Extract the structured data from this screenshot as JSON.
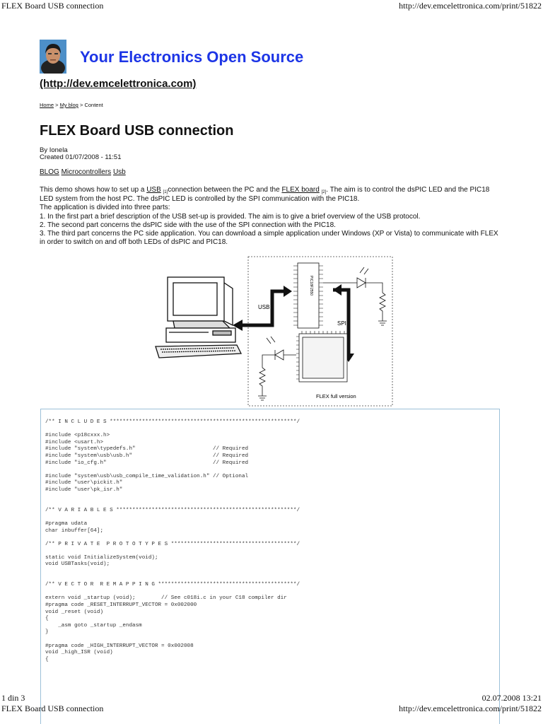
{
  "browser_header": {
    "title": "FLEX Board USB connection",
    "url": "http://dev.emcelettronica.com/print/51822"
  },
  "site": {
    "title": "Your Electronics Open Source",
    "url_text": "(http://dev.emcelettronica.com)"
  },
  "breadcrumb": {
    "items": [
      "Home",
      "My blog"
    ],
    "sep": ">",
    "current": "Content"
  },
  "article": {
    "title": "FLEX Board USB connection",
    "author": "By Ionela",
    "created": "Created 01/07/2008 - 11:51",
    "tags": [
      "BLOG",
      "Microcontrollers",
      "Usb"
    ],
    "p1_a": "This demo shows how to set up a ",
    "p1_link1": "USB",
    "p1_ref1": "[1]",
    "p1_b": "connection between the PC and the ",
    "p1_link2": "FLEX board",
    "p1_ref2": "[2]",
    "p1_c": ". The aim is to control the dsPIC LED and the PIC18 LED system from the host PC. The dsPIC LED is controlled by the SPI communication with the PIC18.",
    "lines": [
      "The application is divided into three parts:",
      "1. In the first part a brief description of the USB set-up is provided. The aim is to give a brief overview of the USB protocol.",
      "2. The second part concerns the dsPIC side with the use of the SPI connection with the PIC18.",
      "3. The third part concerns the PC side application. You can download a simple application under Windows (XP or Vista) to communicate with FLEX in order to switch on and off both LEDs of dsPIC and PIC18."
    ]
  },
  "diagram": {
    "usb_label": "USB",
    "spi_label": "SPI",
    "caption": "FLEX full version",
    "chip_label": "PIC18F2550"
  },
  "code_lines": [
    "/** I N C L U D E S **********************************************************/",
    "",
    "#include <p18cxxx.h>",
    "#include <usart.h>",
    "#include \"system\\typedefs.h\"                        // Required",
    "#include \"system\\usb\\usb.h\"                         // Required",
    "#include \"io_cfg.h\"                                 // Required",
    "",
    "#include \"system\\usb\\usb_compile_time_validation.h\" // Optional",
    "#include \"user\\pickit.h\"",
    "#include \"user\\pk_isr.h\"",
    "",
    "",
    "/** V A R I A B L E S ********************************************************/",
    "",
    "#pragma udata",
    "char inbuffer[64];",
    "",
    "/** P R I V A T E  P R O T O T Y P E S ***************************************/",
    "",
    "static void InitializeSystem(void);",
    "void USBTasks(void);",
    "",
    "",
    "/** V E C T O R  R E M A P P I N G *******************************************/",
    "",
    "extern void _startup (void);        // See c018i.c in your C18 compiler dir",
    "#pragma code _RESET_INTERRUPT_VECTOR = 0x002000",
    "void _reset (void)",
    "{",
    "    _asm goto _startup _endasm",
    "}",
    "",
    "#pragma code _HIGH_INTERRUPT_VECTOR = 0x002008",
    "void _high_ISR (void)",
    "{"
  ],
  "footer": {
    "page": "1 din 3",
    "datetime": "02.07.2008 13:21",
    "title": "FLEX Board USB connection",
    "url": "http://dev.emcelettronica.com/print/51822"
  }
}
